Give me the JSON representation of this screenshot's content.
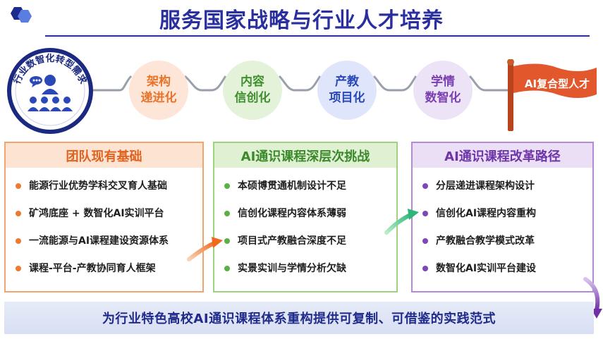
{
  "header": {
    "title": "服务国家战略与行业人才培养"
  },
  "flow": {
    "need_label": "行业数智化转型需求",
    "stages": [
      {
        "line1": "架构",
        "line2": "递进化"
      },
      {
        "line1": "内容",
        "line2": "信创化"
      },
      {
        "line1": "产教",
        "line2": "项目化"
      },
      {
        "line1": "学情",
        "line2": "数智化"
      }
    ],
    "goal": "AI复合型人才"
  },
  "panels": [
    {
      "title": "团队现有基础",
      "items": [
        "能源行业优势学科交叉育人基础",
        "矿鸿底座 + 数智化AI实训平台",
        "一流能源与AI课程建设资源体系",
        "课程-平台-产教协同育人框架"
      ]
    },
    {
      "title": "AI通识课程深层次挑战",
      "items": [
        "本硕博贯通机制设计不足",
        "信创化课程内容体系薄弱",
        "项目式产教融合深度不足",
        "实景实训与学情分析欠缺"
      ]
    },
    {
      "title": "AI通识课程改革路径",
      "items": [
        "分层递进课程架构设计",
        "信创化AI课程内容重构",
        "产教融合教学模式改革",
        "数智化AI实训平台建设"
      ]
    }
  ],
  "footer": {
    "text": "为行业特色高校AI通识课程体系重构提供可复制、可借鉴的实践范式"
  },
  "colors": {
    "title": "#2a2fa0",
    "orange": "#e8742a",
    "green": "#3f8f2f",
    "blue": "#2b48b8",
    "purple": "#7a3fb0",
    "flag": "#e2572b"
  },
  "icons": [
    "hexagon-logo-icon",
    "people-group-icon",
    "flag-icon"
  ]
}
